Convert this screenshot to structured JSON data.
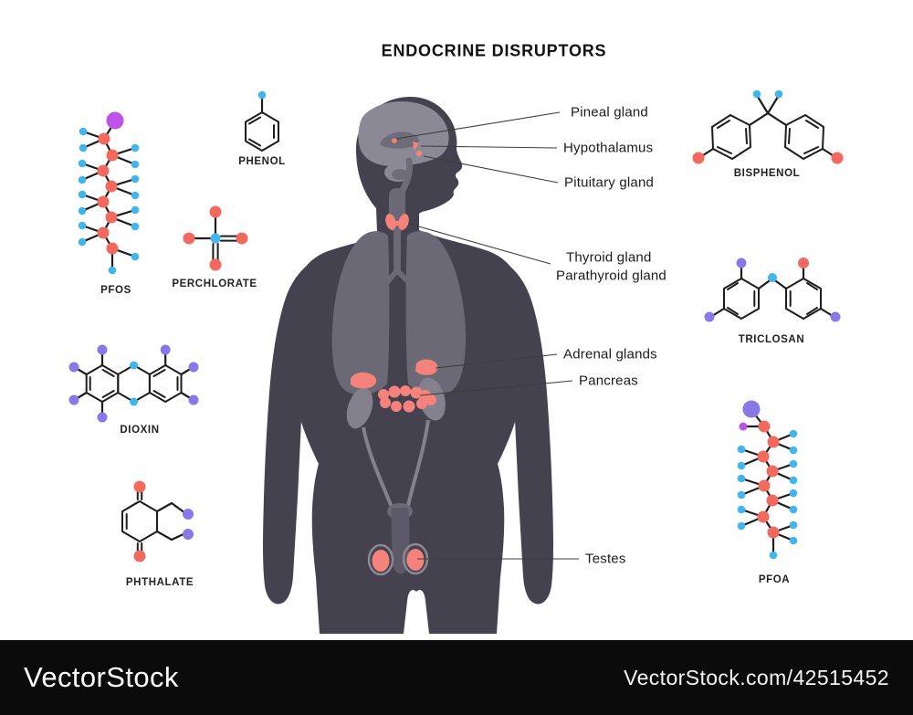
{
  "title": "ENDOCRINE DISRUPTORS",
  "molecules": {
    "pfos": {
      "label": "PFOS"
    },
    "phenol": {
      "label": "PHENOL"
    },
    "perchlorate": {
      "label": "PERCHLORATE"
    },
    "dioxin": {
      "label": "DIOXIN"
    },
    "phthalate": {
      "label": "PHTHALATE"
    },
    "bisphenol": {
      "label": "BISPHENOL"
    },
    "triclosan": {
      "label": "TRICLOSAN"
    },
    "pfoa": {
      "label": "PFOA"
    }
  },
  "glands": {
    "pineal": {
      "label": "Pineal gland"
    },
    "hypothalamus": {
      "label": "Hypothalamus"
    },
    "pituitary": {
      "label": "Pituitary gland"
    },
    "thyroid": {
      "label": "Thyroid gland"
    },
    "parathyroid": {
      "label": "Parathyroid gland"
    },
    "adrenal": {
      "label": "Adrenal glands"
    },
    "pancreas": {
      "label": "Pancreas"
    },
    "testes": {
      "label": "Testes"
    }
  },
  "watermark": {
    "logo": "VectorStock",
    "site": "VectorStock.com/42515452"
  },
  "colors": {
    "molecule_red": "#f4695e",
    "molecule_blue": "#41b6ee",
    "molecule_purple": "#8878e8",
    "molecule_magenta": "#bd54e9",
    "bond": "#1d1d1d",
    "body_silhouette": "#454250",
    "body_midtone": "#6c6977",
    "body_light": "#8c8996",
    "kidney_gray": "#84818e",
    "gland_red": "#f5837b",
    "leader_line": "#3c3c3c",
    "watermark_bg": "#0b0b0b",
    "watermark_text": "#ffffff"
  }
}
